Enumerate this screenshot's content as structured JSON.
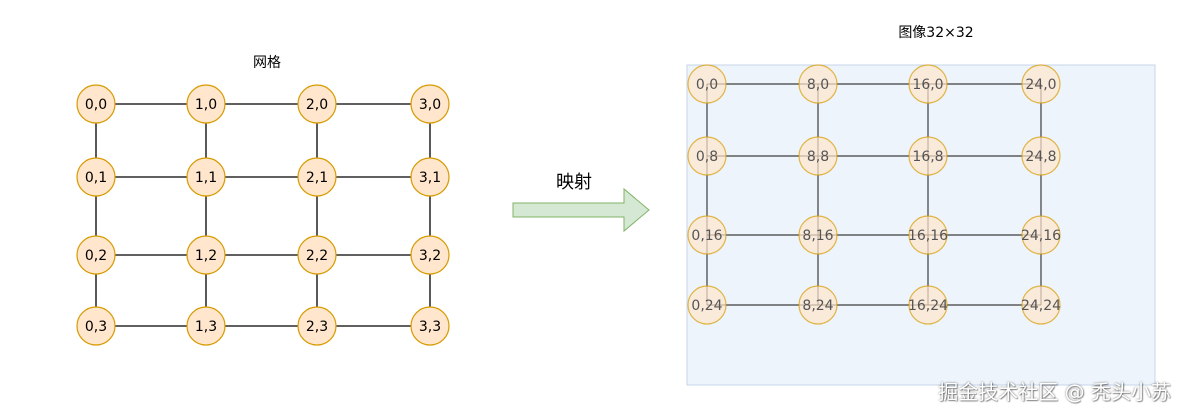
{
  "grid": {
    "title": "网格",
    "nodes": [
      [
        "0,0",
        "1,0",
        "2,0",
        "3,0"
      ],
      [
        "0,1",
        "1,1",
        "2,1",
        "3,1"
      ],
      [
        "0,2",
        "1,2",
        "2,2",
        "3,2"
      ],
      [
        "0,3",
        "1,3",
        "2,3",
        "3,3"
      ]
    ]
  },
  "mapping": {
    "label": "映射"
  },
  "image": {
    "title": "图像32×32",
    "nodes": [
      [
        "0,0",
        "8,0",
        "16,0",
        "24,0"
      ],
      [
        "0,8",
        "8,8",
        "16,8",
        "24,8"
      ],
      [
        "0,16",
        "8,16",
        "16,16",
        "24,16"
      ],
      [
        "0,24",
        "8,24",
        "16,24",
        "24,24"
      ]
    ]
  },
  "watermark": "掘金技术社区 @ 秃头小苏",
  "colors": {
    "node_fill": "#ffe6cc",
    "node_stroke": "#d79b00",
    "image_bg": "#eef4fb",
    "image_border": "#c5d5ea",
    "arrow_fill": "#d5e8d4",
    "arrow_stroke": "#82b366",
    "line": "#000000"
  }
}
